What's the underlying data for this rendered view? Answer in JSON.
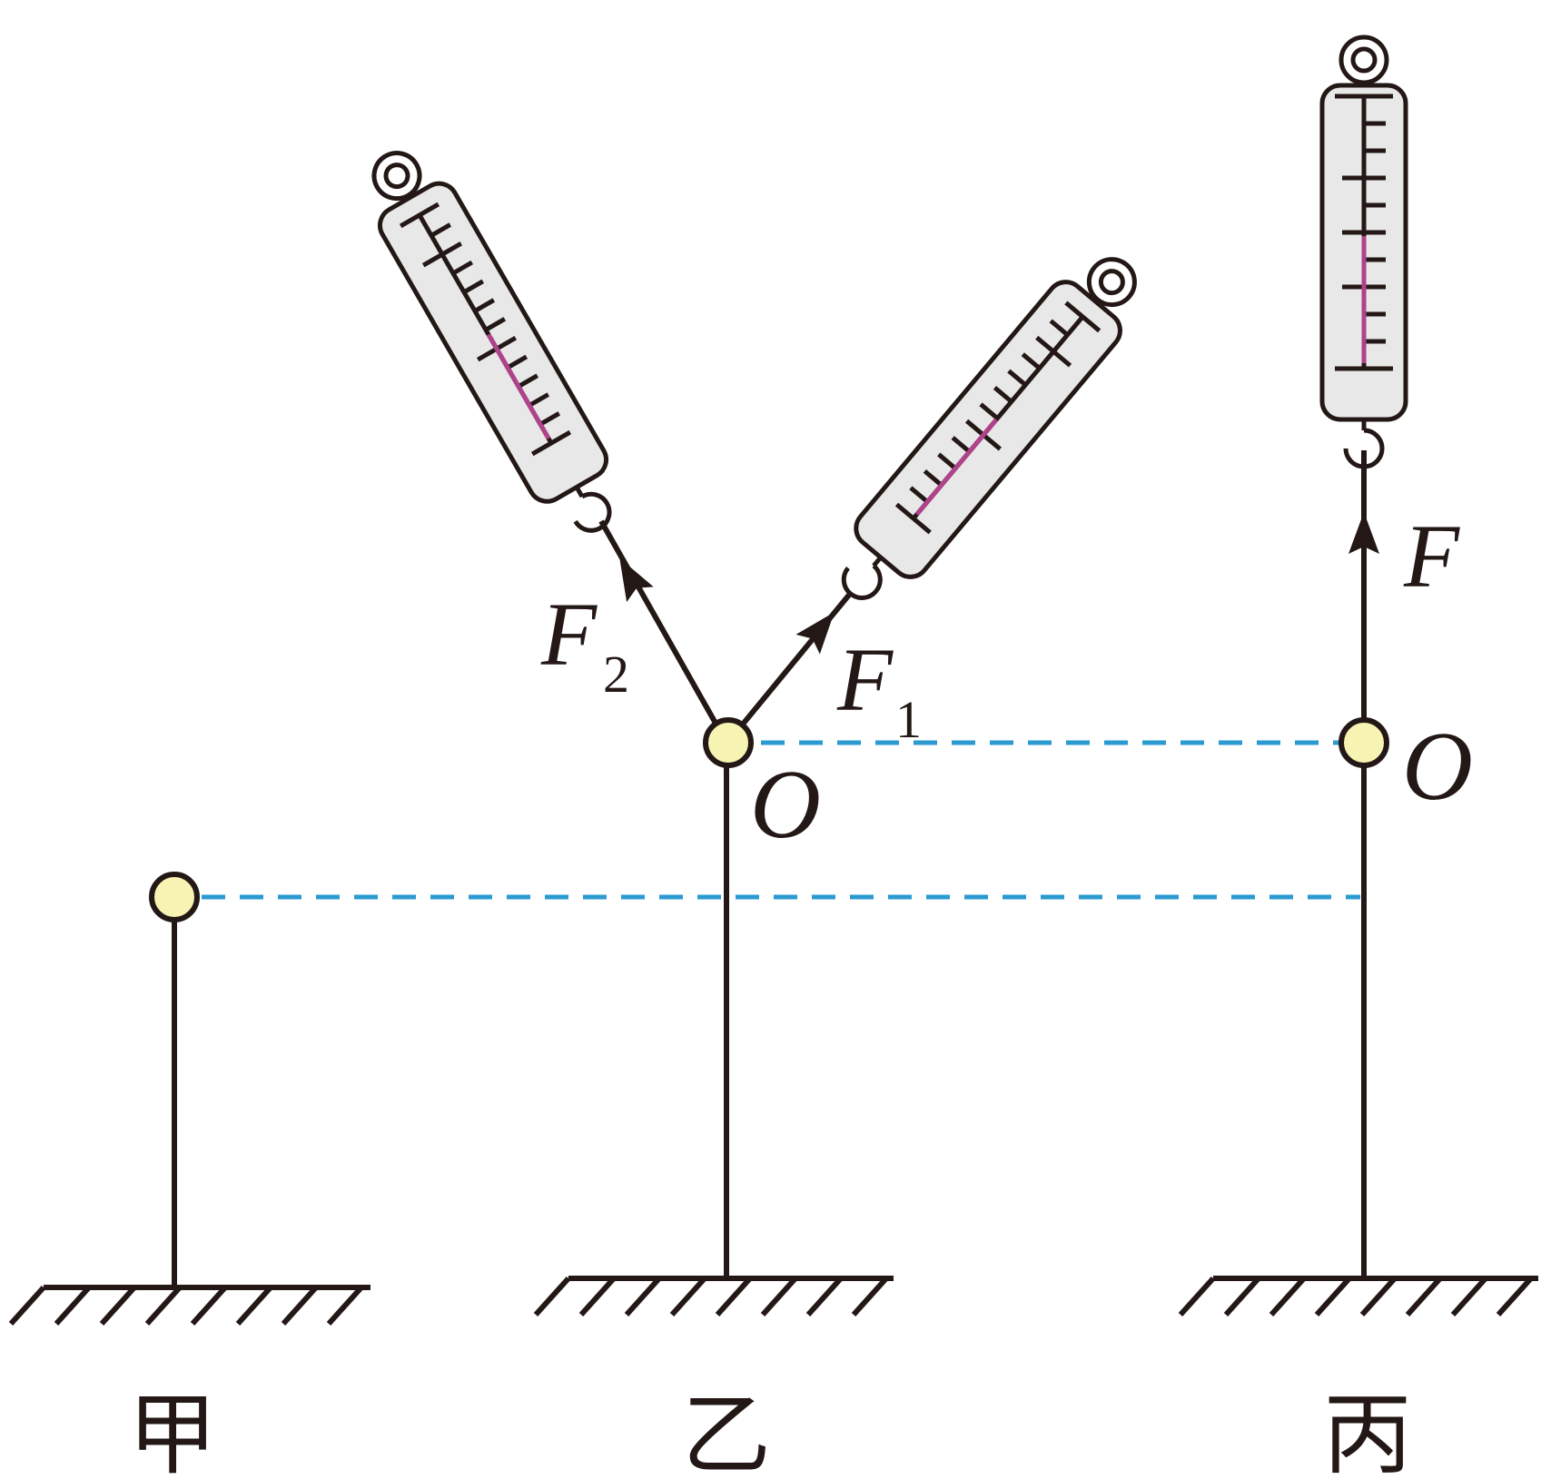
{
  "labels": {
    "force_f2": "F",
    "force_f2_sub": "2",
    "force_f1": "F",
    "force_f1_sub": "1",
    "force_f": "F",
    "point_o_yi": "O",
    "point_o_bing": "O",
    "panel_jia": "甲",
    "panel_yi": "乙",
    "panel_bing": "丙"
  },
  "colors": {
    "stroke": "#231815",
    "knot_fill": "#f7f3b3",
    "scale_body": "#e8e8e8",
    "indicator": "#b0428c",
    "guide_dash": "#2a9ad0"
  }
}
